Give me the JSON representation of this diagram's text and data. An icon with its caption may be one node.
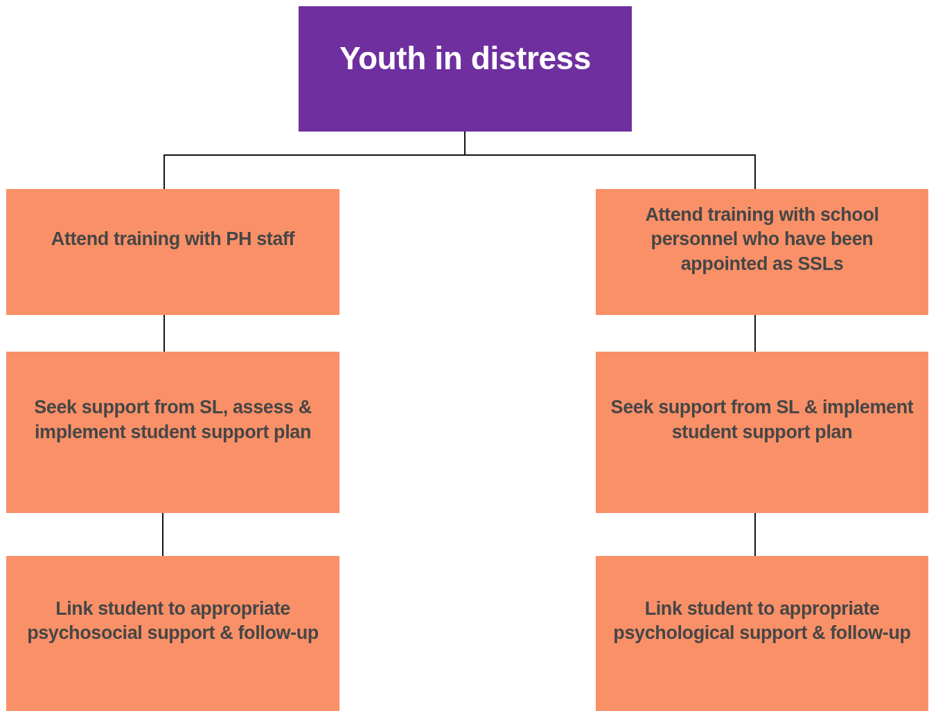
{
  "diagram": {
    "nodes": [
      {
        "text": [
          "Youth in distress"
        ]
      },
      {
        "text": [
          "Attend training with PH staff"
        ]
      },
      {
        "text": [
          "Attend training with school personnel who have been appointed as SSLs"
        ]
      },
      {
        "text": [
          "Seek support from SL, assess & implement student support plan"
        ]
      },
      {
        "text": [
          "Seek support from SL & implement student support plan"
        ]
      },
      {
        "text": [
          "Link student to appropriate psychosocial support & follow-up"
        ]
      },
      {
        "text": [
          "Link student to appropriate psychological support & follow-up"
        ]
      }
    ],
    "edges": [
      {
        "from": 0,
        "to": 1,
        "arrow": "none"
      },
      {
        "from": 0,
        "to": 2,
        "arrow": "none"
      },
      {
        "from": 1,
        "to": 3,
        "arrow": "none"
      },
      {
        "from": 3,
        "to": 5,
        "arrow": "none"
      },
      {
        "from": 2,
        "to": 4,
        "arrow": "none"
      },
      {
        "from": 4,
        "to": 6,
        "arrow": "none"
      }
    ]
  }
}
